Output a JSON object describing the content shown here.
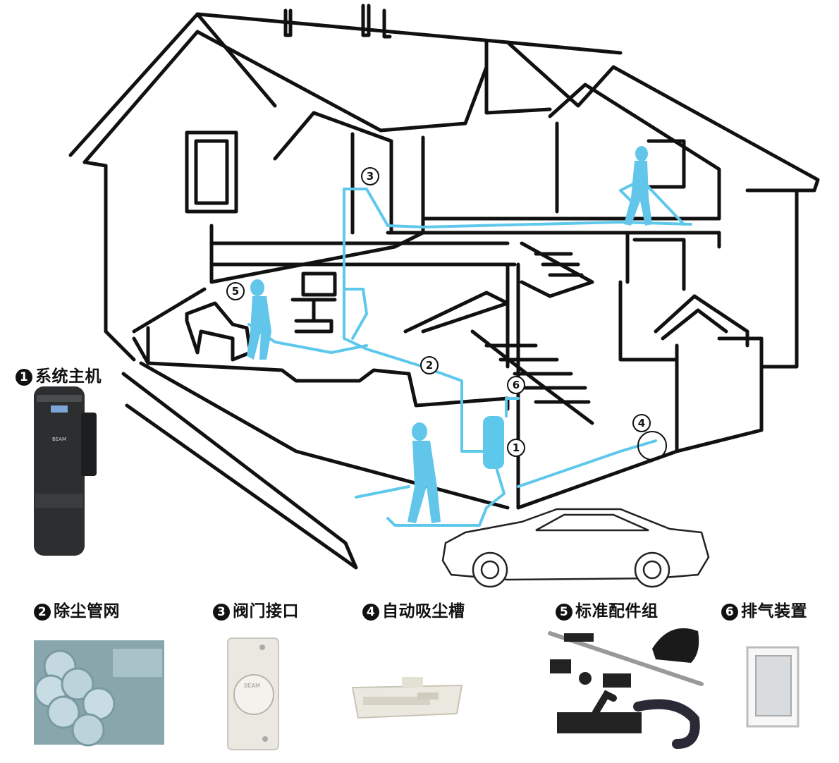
{
  "colors": {
    "outline": "#111111",
    "pipe": "#5ec8ec",
    "person": "#62c6ea"
  },
  "callouts": [
    "3",
    "5",
    "2",
    "6",
    "1",
    "4"
  ],
  "components": [
    {
      "num": "1",
      "label": "系统主机"
    },
    {
      "num": "2",
      "label": "除尘管网"
    },
    {
      "num": "3",
      "label": "阀门接口"
    },
    {
      "num": "4",
      "label": "自动吸尘槽"
    },
    {
      "num": "5",
      "label": "标准配件组"
    },
    {
      "num": "6",
      "label": "排气装置"
    }
  ],
  "brand": "BEAM"
}
